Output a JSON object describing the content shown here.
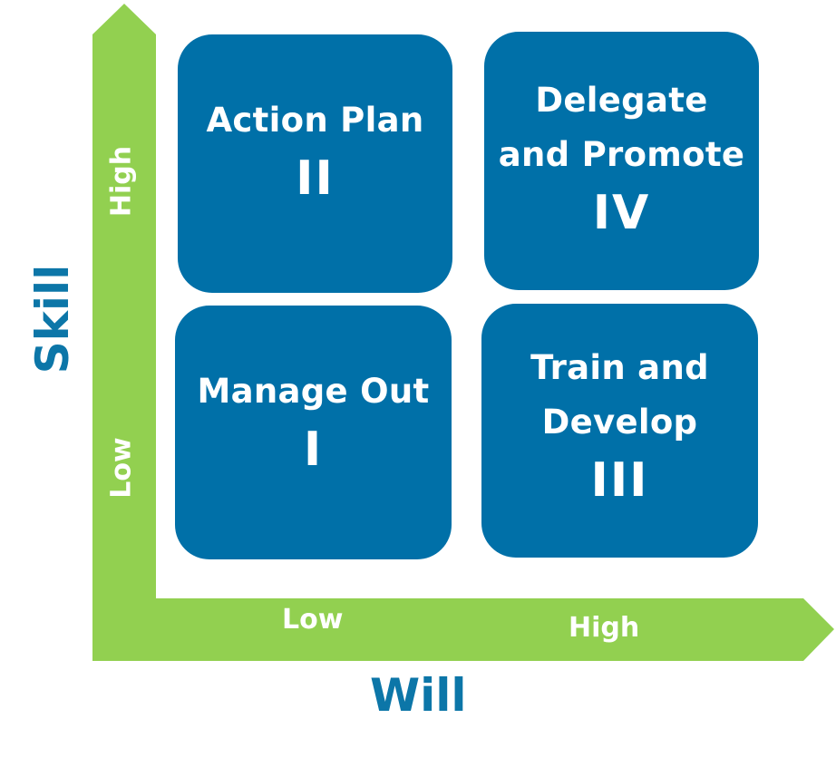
{
  "colors": {
    "arrow": "#92d050",
    "quadrant": "#0070a8",
    "axis_title": "#0c76a8",
    "text_on_color": "#ffffff"
  },
  "y_axis": {
    "title": "Skill",
    "high": "High",
    "low": "Low"
  },
  "x_axis": {
    "title": "Will",
    "low": "Low",
    "high": "High"
  },
  "quadrants": {
    "q2": {
      "label": "Action Plan",
      "numeral": "II"
    },
    "q4": {
      "label": "Delegate\nand Promote",
      "numeral": "IV"
    },
    "q1": {
      "label": "Manage Out",
      "numeral": "I"
    },
    "q3": {
      "label": "Train and\nDevelop",
      "numeral": "III"
    }
  }
}
